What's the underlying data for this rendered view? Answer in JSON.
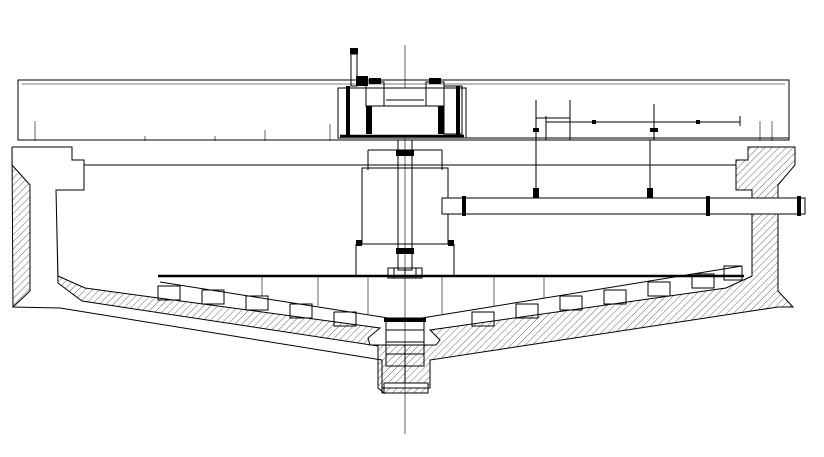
{
  "drawing": {
    "kind": "engineering section drawing",
    "line_color": "#000000",
    "background_color": "#ffffff",
    "texts": []
  },
  "components": [
    "bridge-walkway",
    "drive-mechanism",
    "center-column",
    "center-cage",
    "scraper-arms",
    "scraper-blades",
    "tank-wall",
    "inlet-pipe",
    "handrail",
    "sludge-hopper",
    "centerline"
  ]
}
